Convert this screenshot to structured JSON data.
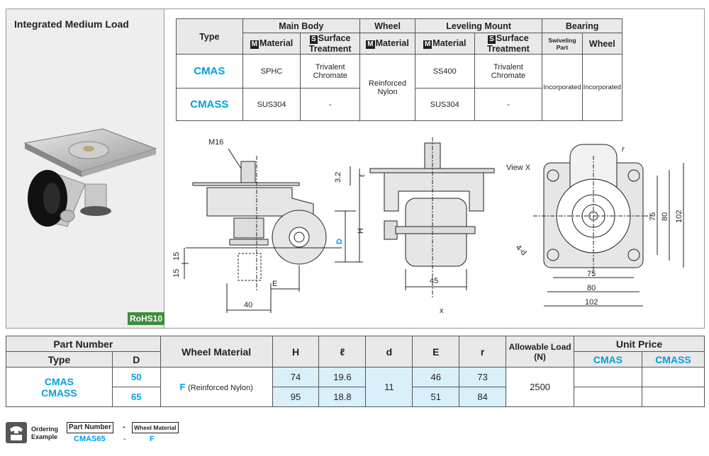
{
  "product": {
    "title": "Integrated Medium Load",
    "rohs": "RoHS10"
  },
  "spec_table": {
    "col_type": "Type",
    "groups": {
      "main_body": "Main Body",
      "wheel": "Wheel",
      "leveling_mount": "Leveling Mount",
      "bearing": "Bearing"
    },
    "sub": {
      "m_badge": "M",
      "s_badge": "S",
      "material": "Material",
      "surface_treatment": "Surface Treatment",
      "swiveling_part": "Swiveling Part",
      "wheel": "Wheel"
    },
    "rows": [
      {
        "type": "CMAS",
        "body_material": "SPHC",
        "body_surface": "Trivalent Chromate",
        "mount_material": "SS400",
        "mount_surface": "Trivalent Chromate"
      },
      {
        "type": "CMASS",
        "body_material": "SUS304",
        "body_surface": "-",
        "mount_material": "SUS304",
        "mount_surface": "-"
      }
    ],
    "wheel_material": "Reinforced Nylon",
    "bearing_swivel": "Incorporated",
    "bearing_wheel": "Incorporated"
  },
  "drawing": {
    "m16": "M16",
    "dim_32": "3.2",
    "ell": "ℓ",
    "H": "H",
    "D": "D",
    "E": "E",
    "dim_15a": "15",
    "dim_15b": "15",
    "dim_40": "40",
    "dim_45": "45",
    "x_label": "x",
    "view_x": "View X",
    "r": "r",
    "four_d": "4-d",
    "dim_75": "75",
    "dim_80": "80",
    "dim_102": "102",
    "dim_75v": "75",
    "dim_80v": "80",
    "dim_102v": "102"
  },
  "part_table": {
    "part_number": "Part Number",
    "type": "Type",
    "d_col": "D",
    "wheel_material": "Wheel Material",
    "H": "H",
    "ell": "ℓ",
    "d": "d",
    "E": "E",
    "r": "r",
    "allowable_load": "Allowable Load",
    "allowable_unit": "(N)",
    "unit_price": "Unit Price",
    "price_cmas": "CMAS",
    "price_cmass": "CMASS",
    "type_values": [
      "CMAS",
      "CMASS"
    ],
    "wheel_code": "F",
    "wheel_desc": "(Reinforced Nylon)",
    "d_shared": "11",
    "load": "2500",
    "rows": [
      {
        "D": "50",
        "H": "74",
        "ell": "19.6",
        "E": "46",
        "r": "73"
      },
      {
        "D": "65",
        "H": "95",
        "ell": "18.8",
        "E": "51",
        "r": "84"
      }
    ]
  },
  "ordering": {
    "label1": "Ordering",
    "label2": "Example",
    "box_part": "Part Number",
    "dash": "-",
    "box_wheel": "Wheel Material",
    "val_part": "CMAS65",
    "val_dash": "-",
    "val_wheel": "F"
  }
}
